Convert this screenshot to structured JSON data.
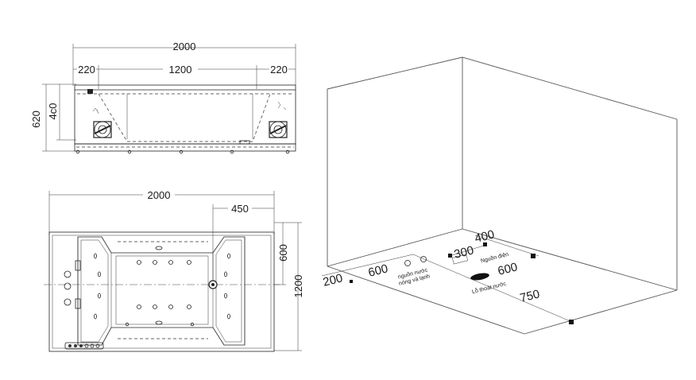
{
  "side_view": {
    "overall_width": "2000",
    "left_offset": "220",
    "center_span": "1200",
    "right_offset": "220",
    "total_height": "620",
    "inner_height": "4c0"
  },
  "top_view": {
    "overall_width": "2000",
    "drain_offset": "450",
    "half_width": "600",
    "total_width": "1200"
  },
  "room_view": {
    "dim_200": "200",
    "dim_600_left": "600",
    "dim_300": "300",
    "dim_400": "400",
    "dim_600_right": "600",
    "dim_750": "750",
    "water_supply_line1": "nguồn nước",
    "water_supply_line2": "nóng và lạnh",
    "power_source": "Nguồn điện",
    "drain_hole": "Lỗ thoát nước"
  }
}
